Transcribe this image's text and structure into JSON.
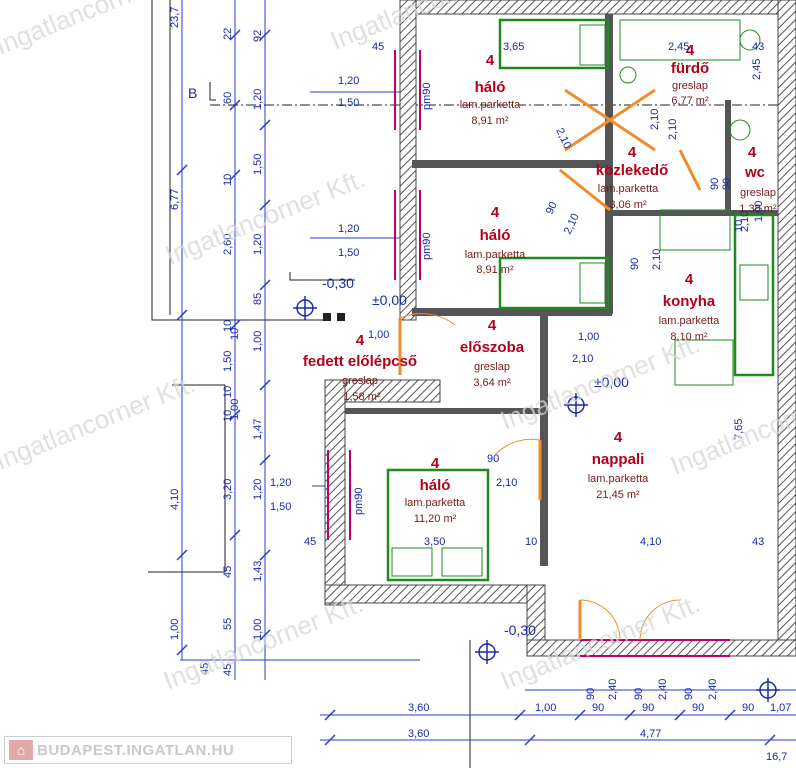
{
  "section_marker": "B",
  "rooms": [
    {
      "id": "halo1",
      "number": "4",
      "name": "háló",
      "floor": "lam.parketta",
      "area": "8,91 m²"
    },
    {
      "id": "furdo",
      "number": "4",
      "name": "fürdő",
      "floor": "greslap",
      "area": "6,77 m²"
    },
    {
      "id": "kozlekedo",
      "number": "4",
      "name": "közlekedő",
      "floor": "lam.parketta",
      "area": "3,06 m²"
    },
    {
      "id": "wc",
      "number": "4",
      "name": "wc",
      "floor": "greslap",
      "area": "1,38 m²"
    },
    {
      "id": "halo2",
      "number": "4",
      "name": "háló",
      "floor": "lam.parketta",
      "area": "8,91 m²"
    },
    {
      "id": "konyha",
      "number": "4",
      "name": "konyha",
      "floor": "lam.parketta",
      "area": "8,10 m²"
    },
    {
      "id": "eloszoba",
      "number": "4",
      "name": "előszoba",
      "floor": "greslap",
      "area": "3,64 m²"
    },
    {
      "id": "fedett",
      "number": "4",
      "name": "fedett előlépcső",
      "floor": "greslap",
      "area": "1,58 m²"
    },
    {
      "id": "nappali",
      "number": "4",
      "name": "nappali",
      "floor": "lam.parketta",
      "area": "21,45 m²"
    },
    {
      "id": "halo3",
      "number": "4",
      "name": "háló",
      "floor": "lam.parketta",
      "area": "11,20 m²"
    }
  ],
  "levels": [
    "-0,30",
    "±0,00",
    "±0,00",
    "-0,30"
  ],
  "left_dims_outer": [
    "23,7",
    "6,77",
    "4,10",
    "1,00",
    "45"
  ],
  "left_dims_mid": [
    "22",
    "60",
    "2,60",
    "10",
    "10",
    "10",
    "1,50",
    "10",
    "3,20",
    "45",
    "55",
    "45"
  ],
  "left_dims_inner": [
    "92",
    "1,20",
    "1,50",
    "1,20",
    "85",
    "1,00",
    "1,47",
    "1,20",
    "1,43",
    "1,00"
  ],
  "window_dims": [
    {
      "top": "1,20",
      "bottom": "1,50",
      "pm": "pm90"
    },
    {
      "top": "1,20",
      "bottom": "1,50",
      "pm": "pm90"
    },
    {
      "top": "1,20",
      "bottom": "1,50",
      "pm": "pm90"
    }
  ],
  "interior_dims": [
    "45",
    "3,65",
    "2,45",
    "43",
    "2,10",
    "90",
    "2,10",
    "2,10",
    "90",
    "2,10",
    "90",
    "2,10",
    "10",
    "1,00",
    "1,00",
    "2,10",
    "90",
    "2,10",
    "1,00",
    "45",
    "3,50",
    "10",
    "4,10",
    "43",
    "7,65",
    "2,10",
    "90",
    "10",
    "1,00",
    "2,45"
  ],
  "bottom_dims_row1": [
    "90",
    "2,40",
    "90",
    "2,40",
    "90",
    "2,40"
  ],
  "bottom_dims_row2": [
    "3,60",
    "1,00",
    "90",
    "90",
    "90",
    "90",
    "1,07"
  ],
  "bottom_dims_row3": [
    "3,60",
    "4,77",
    "16,7"
  ],
  "watermark": "Ingatlancorner Kft.",
  "logo_text": "BUDAPEST.INGATLAN.HU",
  "colors": {
    "wall": "#555555",
    "room_text": "#b3001b",
    "dim": "#1a2aa8",
    "furniture": "#1f8a1f",
    "door": "#f28c28",
    "window": "#c0006a"
  }
}
